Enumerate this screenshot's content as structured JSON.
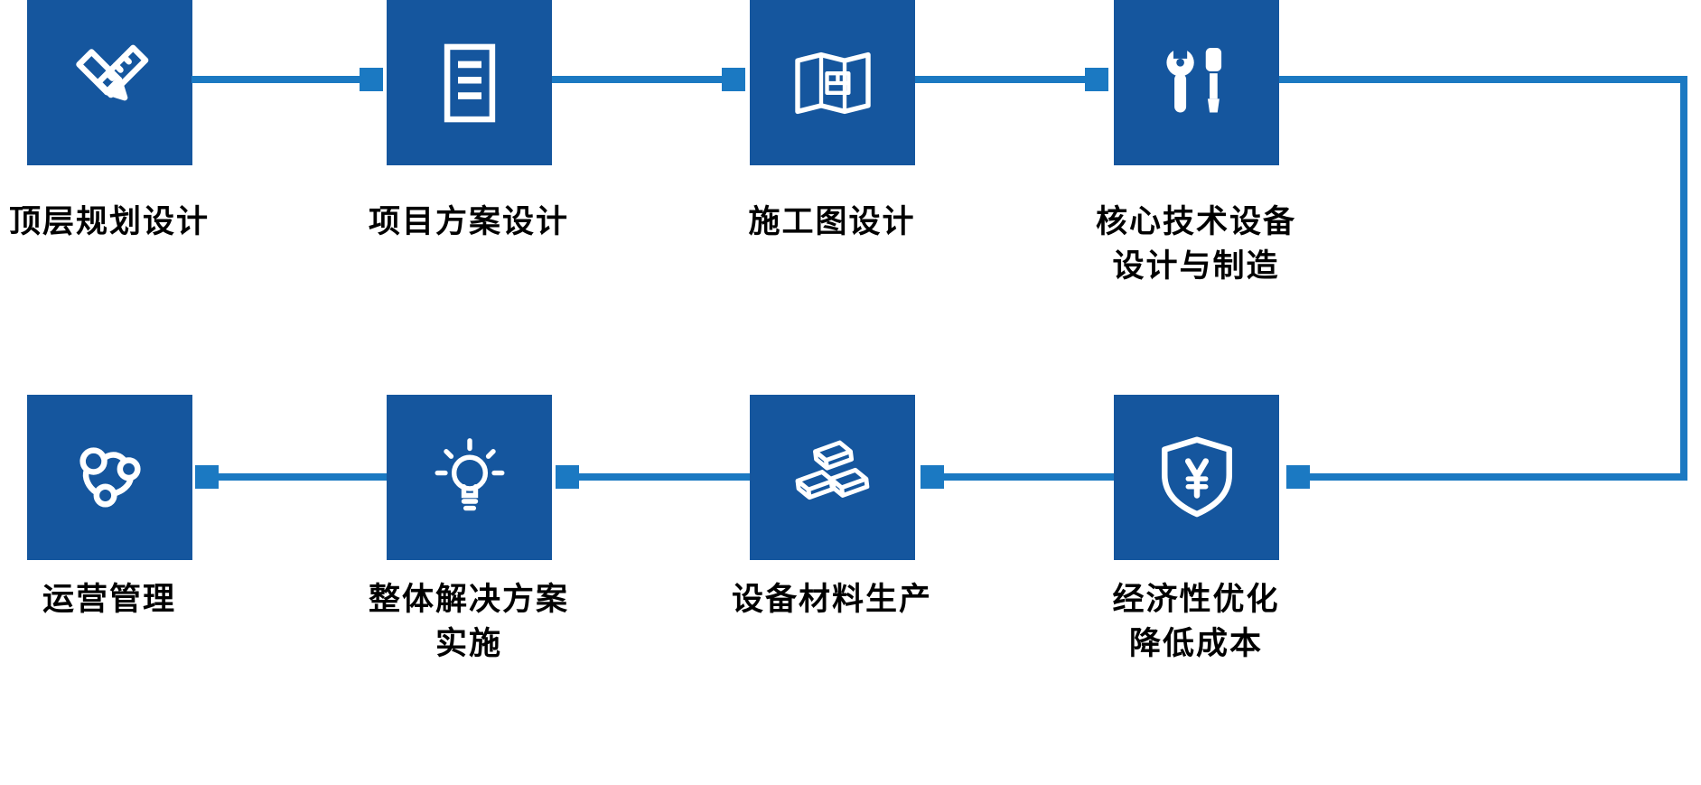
{
  "colors": {
    "box": "#15569E",
    "connector": "#1B79C2",
    "text": "#000000",
    "icon": "#FFFFFF",
    "background": "#FFFFFF"
  },
  "steps": [
    {
      "icon": "pencil-ruler-icon",
      "label_line1": "顶层规划设计",
      "label_line2": ""
    },
    {
      "icon": "document-icon",
      "label_line1": "项目方案设计",
      "label_line2": ""
    },
    {
      "icon": "blueprint-icon",
      "label_line1": "施工图设计",
      "label_line2": ""
    },
    {
      "icon": "wrench-screwdriver-icon",
      "label_line1": "核心技术设备",
      "label_line2": "设计与制造"
    },
    {
      "icon": "shield-yen-icon",
      "label_line1": "经济性优化",
      "label_line2": "降低成本"
    },
    {
      "icon": "gold-bars-icon",
      "label_line1": "设备材料生产",
      "label_line2": ""
    },
    {
      "icon": "lightbulb-icon",
      "label_line1": "整体解决方案",
      "label_line2": "实施"
    },
    {
      "icon": "network-nodes-icon",
      "label_line1": "运营管理",
      "label_line2": ""
    }
  ]
}
